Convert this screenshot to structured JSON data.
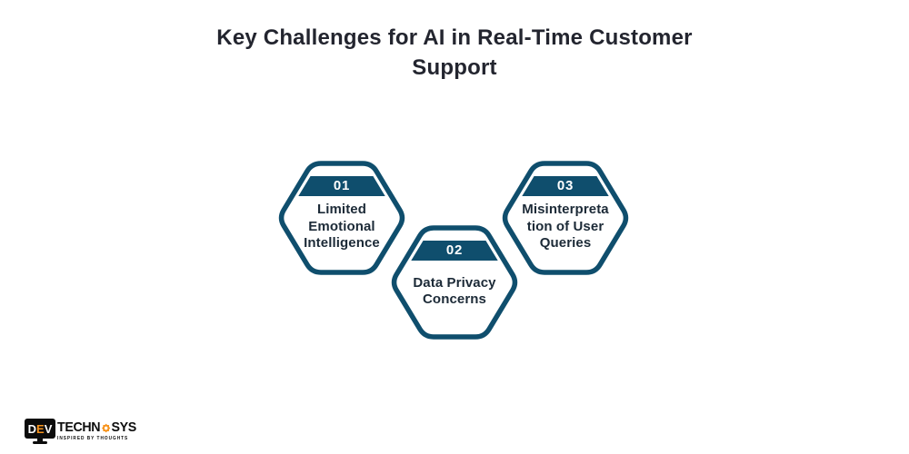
{
  "title": {
    "text": "Key Challenges for AI in Real-Time Customer Support"
  },
  "colors": {
    "hex_teal": "#0F4E6D",
    "title_text": "#23252F",
    "label_text": "#1C2A37",
    "number_text": "#FFFFFF",
    "logo_orange": "#F7941D",
    "logo_black": "#0D0D0D",
    "background": "#FFFFFF"
  },
  "hexagons": [
    {
      "number": "01",
      "label": "Limited Emotional Intelligence",
      "label_lines": [
        "Limited",
        "Emotional",
        "Intelligence"
      ]
    },
    {
      "number": "02",
      "label": "Data Privacy Concerns",
      "label_lines": [
        "Data Privacy",
        "Concerns"
      ]
    },
    {
      "number": "03",
      "label": "Misinterpretation of User Queries",
      "label_lines": [
        "Misinterpreta",
        "tion of User",
        "Queries"
      ]
    }
  ],
  "logo": {
    "monitor_letters": [
      "D",
      "E",
      "V"
    ],
    "brand_left": "TECHN",
    "brand_right": "SYS",
    "tagline": "INSPIRED BY THOUGHTS"
  }
}
